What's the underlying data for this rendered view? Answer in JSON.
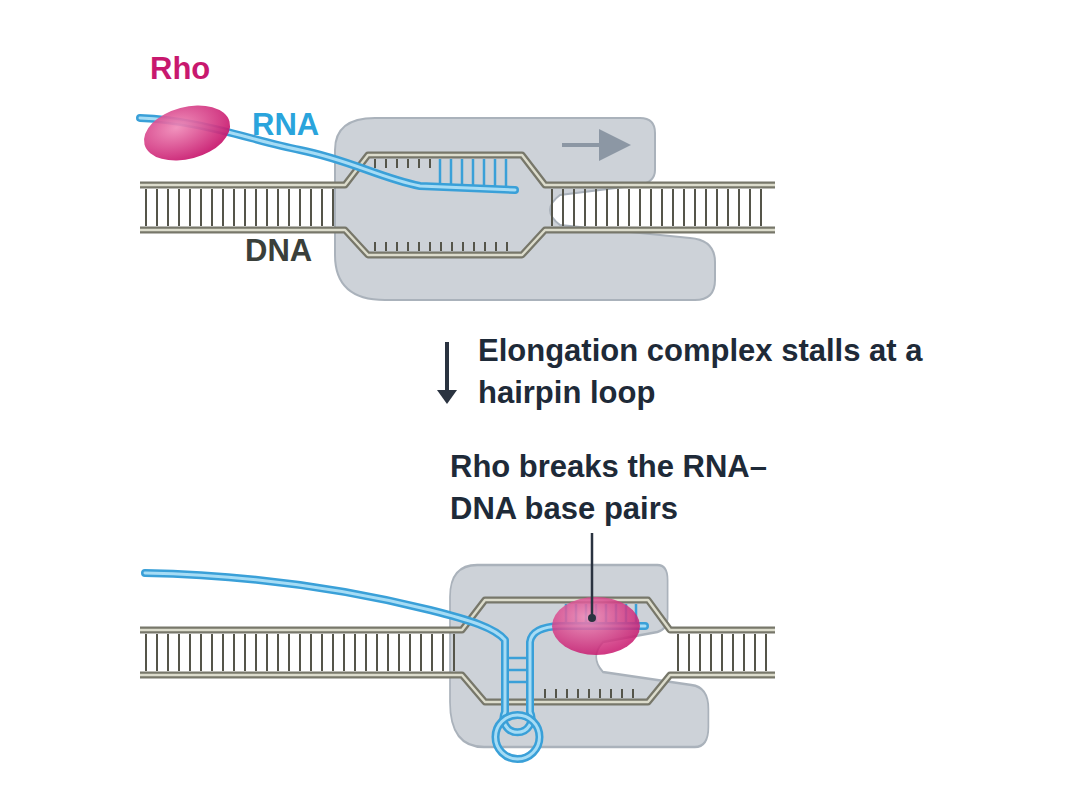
{
  "diagram": {
    "labels": [
      "Rho",
      "RNA",
      "DNA",
      "Elongation complex stalls at a hairpin loop",
      "Rho breaks the RNA–DNA base pairs"
    ]
  }
}
